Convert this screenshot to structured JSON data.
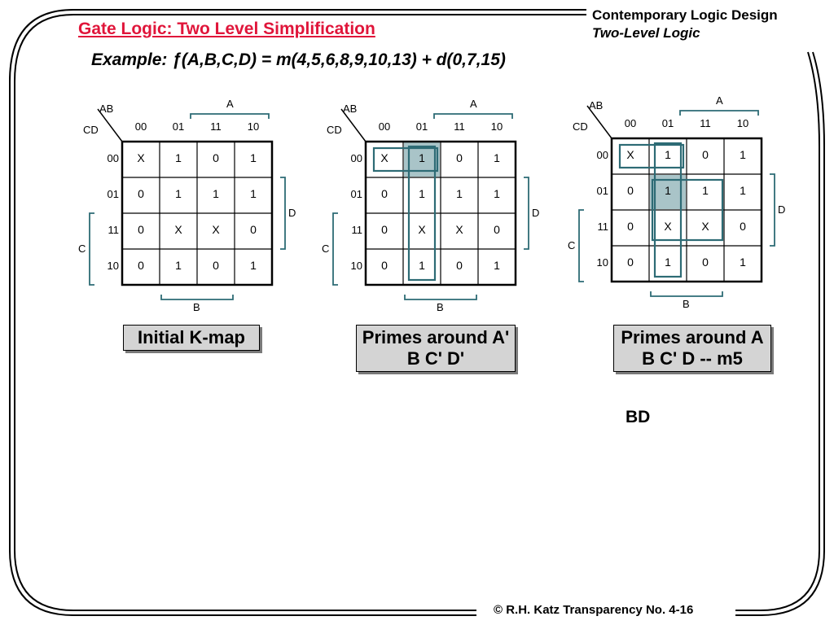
{
  "header": {
    "title": "Gate Logic: Two Level Simplification",
    "course": "Contemporary Logic Design",
    "subtitle": "Two-Level Logic",
    "example": "Example: ƒ(A,B,C,D) = m(4,5,6,8,9,10,13) + d(0,7,15)"
  },
  "kmap_labels": {
    "ab": "AB",
    "cd": "CD",
    "col_headers": [
      "00",
      "01",
      "11",
      "10"
    ],
    "row_headers": [
      "00",
      "01",
      "11",
      "10"
    ],
    "A": "A",
    "B": "B",
    "C": "C",
    "D": "D"
  },
  "kmaps": [
    {
      "caption": "Initial K-map",
      "cells": [
        [
          "X",
          "1",
          "0",
          "1"
        ],
        [
          "0",
          "1",
          "1",
          "1"
        ],
        [
          "0",
          "X",
          "X",
          "0"
        ],
        [
          "0",
          "1",
          "0",
          "1"
        ]
      ]
    },
    {
      "caption": "Primes around A' B C' D'",
      "cells": [
        [
          "X",
          "1",
          "0",
          "1"
        ],
        [
          "0",
          "1",
          "1",
          "1"
        ],
        [
          "0",
          "X",
          "X",
          "0"
        ],
        [
          "0",
          "1",
          "0",
          "1"
        ]
      ]
    },
    {
      "caption": "Primes around A B C' D -- m5",
      "cells": [
        [
          "X",
          "1",
          "0",
          "1"
        ],
        [
          "0",
          "1",
          "1",
          "1"
        ],
        [
          "0",
          "X",
          "X",
          "0"
        ],
        [
          "0",
          "1",
          "0",
          "1"
        ]
      ]
    }
  ],
  "result": "BD",
  "footer": "© R.H. Katz   Transparency No. 4-16",
  "colors": {
    "title": "#e0153a",
    "group": "#2d6b75",
    "highlight": "#a9c4c8",
    "caption_bg": "#d4d4d4"
  }
}
